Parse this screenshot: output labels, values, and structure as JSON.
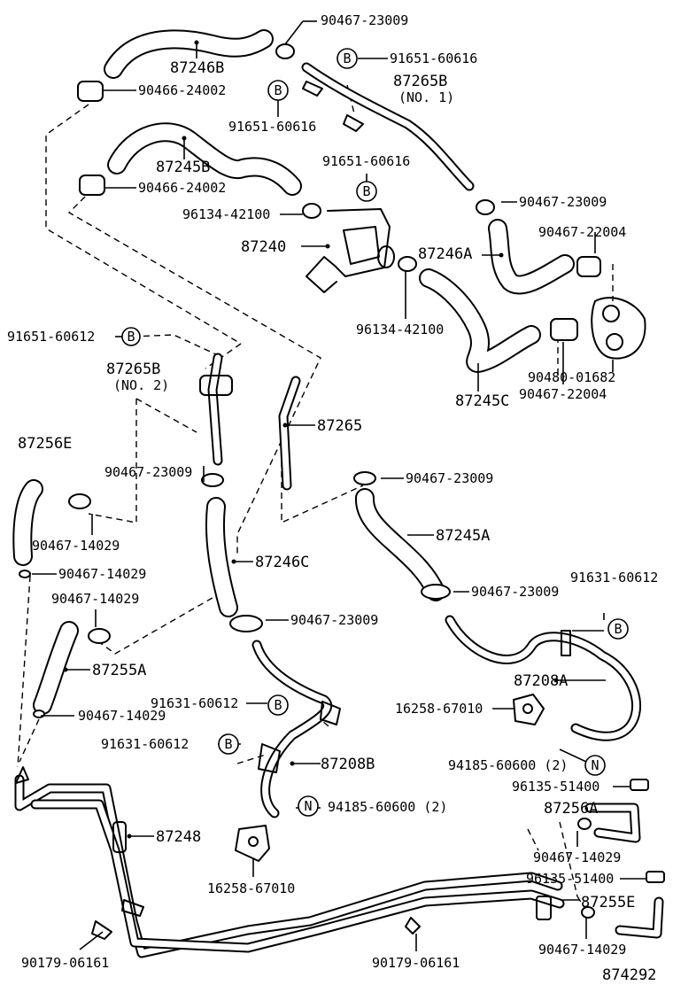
{
  "labels": {
    "p_90467_23009_a": "90467-23009",
    "p_91651_60616_a": "91651-60616",
    "p_87246B": "87246B",
    "p_87265B": "87265B",
    "p_87265B_no1": "(NO. 1)",
    "p_90466_24002_a": "90466-24002",
    "p_91651_60616_b": "91651-60616",
    "p_87245B": "87245B",
    "p_91651_60616_c": "91651-60616",
    "p_90466_24002_b": "90466-24002",
    "p_90467_23009_b": "90467-23009",
    "p_96134_42100_a": "96134-42100",
    "p_90467_22004_a": "90467-22004",
    "p_87240": "87240",
    "p_87246A": "87246A",
    "p_96134_42100_b": "96134-42100",
    "p_91651_60612": "91651-60612",
    "p_87265B_2": "87265B",
    "p_87265B_no2": "(NO. 2)",
    "p_90480_01682": "90480-01682",
    "p_87245C": "87245C",
    "p_90467_22004_b": "90467-22004",
    "p_87265": "87265",
    "p_87256E": "87256E",
    "p_90467_23009_c": "90467-23009",
    "p_90467_23009_d": "90467-23009",
    "p_90467_14029_a": "90467-14029",
    "p_87245A": "87245A",
    "p_90467_14029_b": "90467-14029",
    "p_87246C": "87246C",
    "p_90467_14029_c": "90467-14029",
    "p_90467_23009_e": "90467-23009",
    "p_91631_60612_a": "91631-60612",
    "p_90467_23009_f": "90467-23009",
    "p_87255A": "87255A",
    "p_87208A": "87208A",
    "p_90467_14029_d": "90467-14029",
    "p_91631_60612_b": "91631-60612",
    "p_16258_67010_a": "16258-67010",
    "p_91631_60612_c": "91631-60612",
    "p_87208B": "87208B",
    "p_94185_60600_a": "94185-60600 (2)",
    "p_96135_51400_a": "96135-51400",
    "p_94185_60600_b": "94185-60600 (2)",
    "p_87256A": "87256A",
    "p_87248": "87248",
    "p_90467_14029_e": "90467-14029",
    "p_16258_67010_b": "16258-67010",
    "p_96135_51400_b": "96135-51400",
    "p_87255E": "87255E",
    "p_90179_06161_a": "90179-06161",
    "p_90179_06161_b": "90179-06161",
    "p_90467_14029_f": "90467-14029",
    "p_figure_no": "874292"
  },
  "markers": {
    "b": "B",
    "n": "N"
  }
}
